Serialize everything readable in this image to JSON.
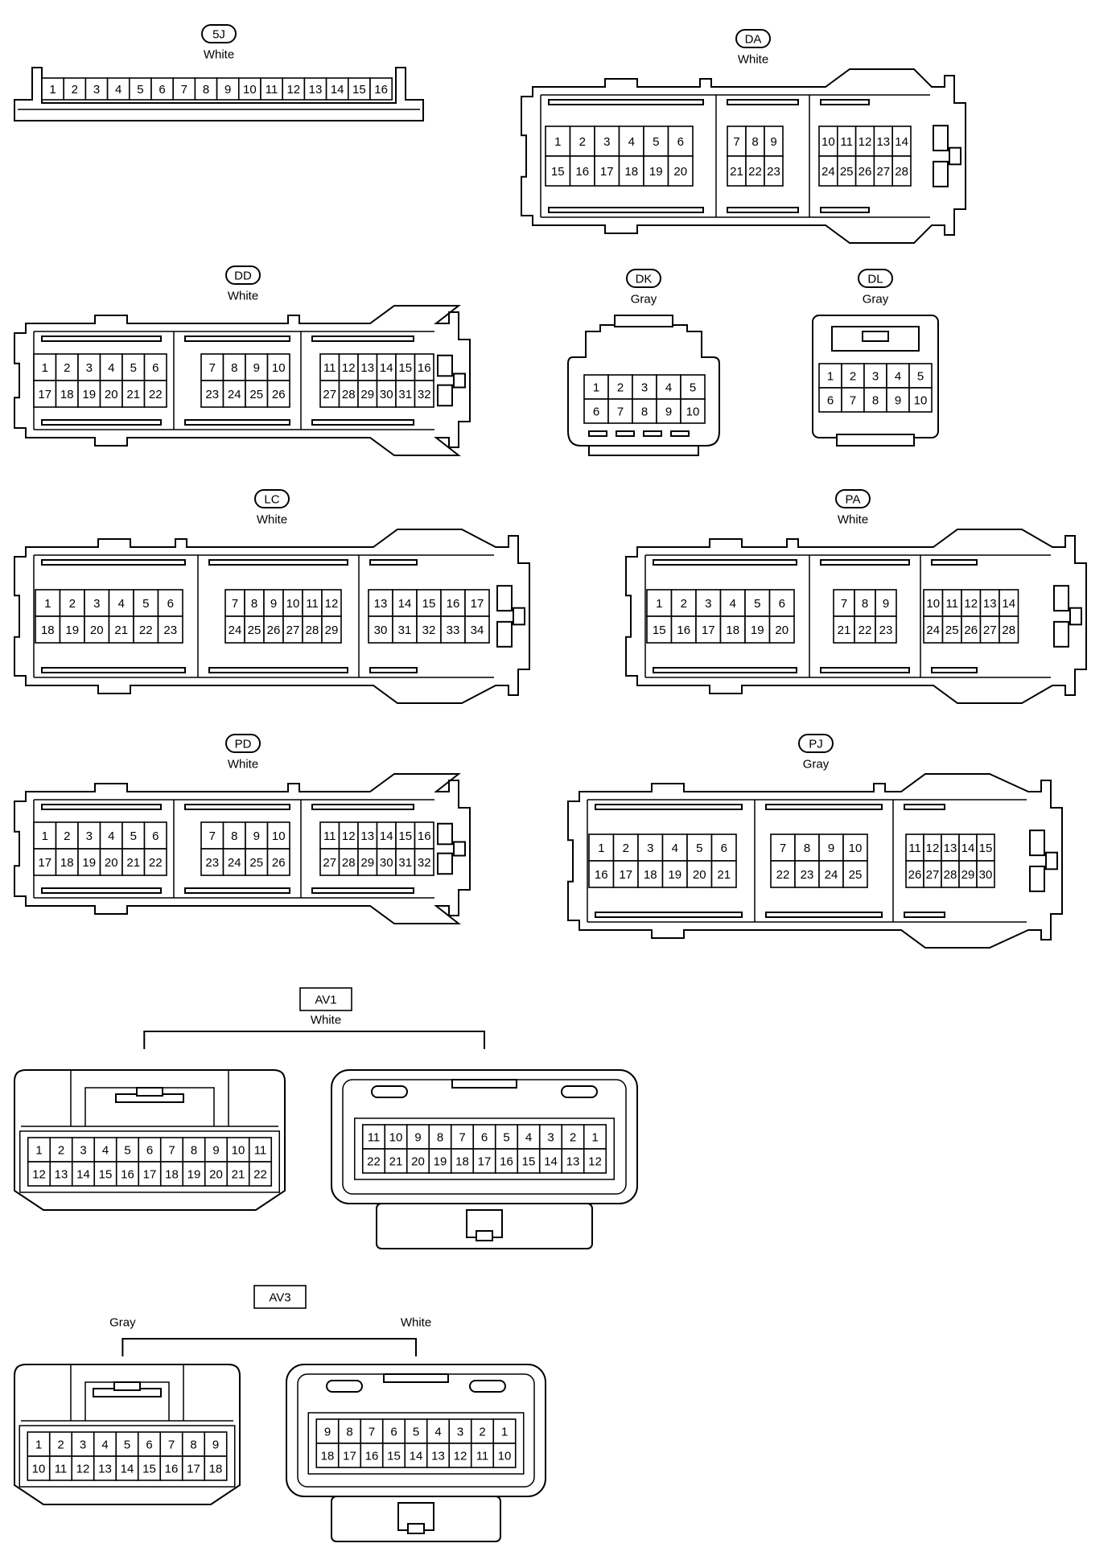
{
  "connectors": [
    {
      "id": "5J",
      "label": "5J",
      "color": "White",
      "pins": [
        "1",
        "2",
        "3",
        "4",
        "5",
        "6",
        "7",
        "8",
        "9",
        "10",
        "11",
        "12",
        "13",
        "14",
        "15",
        "16"
      ]
    },
    {
      "id": "DA",
      "label": "DA",
      "color": "White",
      "pins_left": [
        [
          "1",
          "2",
          "3",
          "4",
          "5",
          "6"
        ],
        [
          "15",
          "16",
          "17",
          "18",
          "19",
          "20"
        ]
      ],
      "pins_mid": [
        [
          "7",
          "8",
          "9"
        ],
        [
          "21",
          "22",
          "23"
        ]
      ],
      "pins_right": [
        [
          "10",
          "11",
          "12",
          "13",
          "14"
        ],
        [
          "24",
          "25",
          "26",
          "27",
          "28"
        ]
      ]
    },
    {
      "id": "DD",
      "label": "DD",
      "color": "White",
      "pins_left": [
        [
          "1",
          "2",
          "3",
          "4",
          "5",
          "6"
        ],
        [
          "17",
          "18",
          "19",
          "20",
          "21",
          "22"
        ]
      ],
      "pins_mid": [
        [
          "7",
          "8",
          "9",
          "10"
        ],
        [
          "23",
          "24",
          "25",
          "26"
        ]
      ],
      "pins_right": [
        [
          "11",
          "12",
          "13",
          "14",
          "15",
          "16"
        ],
        [
          "27",
          "28",
          "29",
          "30",
          "31",
          "32"
        ]
      ]
    },
    {
      "id": "DK",
      "label": "DK",
      "color": "Gray",
      "pins": [
        [
          "1",
          "2",
          "3",
          "4",
          "5"
        ],
        [
          "6",
          "7",
          "8",
          "9",
          "10"
        ]
      ]
    },
    {
      "id": "DL",
      "label": "DL",
      "color": "Gray",
      "pins": [
        [
          "1",
          "2",
          "3",
          "4",
          "5"
        ],
        [
          "6",
          "7",
          "8",
          "9",
          "10"
        ]
      ]
    },
    {
      "id": "LC",
      "label": "LC",
      "color": "White",
      "pins_left": [
        [
          "1",
          "2",
          "3",
          "4",
          "5",
          "6"
        ],
        [
          "18",
          "19",
          "20",
          "21",
          "22",
          "23"
        ]
      ],
      "pins_mid": [
        [
          "7",
          "8",
          "9",
          "10",
          "11",
          "12"
        ],
        [
          "24",
          "25",
          "26",
          "27",
          "28",
          "29"
        ]
      ],
      "pins_right": [
        [
          "13",
          "14",
          "15",
          "16",
          "17"
        ],
        [
          "30",
          "31",
          "32",
          "33",
          "34"
        ]
      ]
    },
    {
      "id": "PA",
      "label": "PA",
      "color": "White",
      "pins_left": [
        [
          "1",
          "2",
          "3",
          "4",
          "5",
          "6"
        ],
        [
          "15",
          "16",
          "17",
          "18",
          "19",
          "20"
        ]
      ],
      "pins_mid": [
        [
          "7",
          "8",
          "9"
        ],
        [
          "21",
          "22",
          "23"
        ]
      ],
      "pins_right": [
        [
          "10",
          "11",
          "12",
          "13",
          "14"
        ],
        [
          "24",
          "25",
          "26",
          "27",
          "28"
        ]
      ]
    },
    {
      "id": "PD",
      "label": "PD",
      "color": "White",
      "pins_left": [
        [
          "1",
          "2",
          "3",
          "4",
          "5",
          "6"
        ],
        [
          "17",
          "18",
          "19",
          "20",
          "21",
          "22"
        ]
      ],
      "pins_mid": [
        [
          "7",
          "8",
          "9",
          "10"
        ],
        [
          "23",
          "24",
          "25",
          "26"
        ]
      ],
      "pins_right": [
        [
          "11",
          "12",
          "13",
          "14",
          "15",
          "16"
        ],
        [
          "27",
          "28",
          "29",
          "30",
          "31",
          "32"
        ]
      ]
    },
    {
      "id": "PJ",
      "label": "PJ",
      "color": "Gray",
      "pins_left": [
        [
          "1",
          "2",
          "3",
          "4",
          "5",
          "6"
        ],
        [
          "16",
          "17",
          "18",
          "19",
          "20",
          "21"
        ]
      ],
      "pins_mid": [
        [
          "7",
          "8",
          "9",
          "10"
        ],
        [
          "22",
          "23",
          "24",
          "25"
        ]
      ],
      "pins_right": [
        [
          "11",
          "12",
          "13",
          "14",
          "15"
        ],
        [
          "26",
          "27",
          "28",
          "29",
          "30"
        ]
      ]
    },
    {
      "id": "AV1",
      "label": "AV1",
      "color": "White",
      "male": [
        [
          "1",
          "2",
          "3",
          "4",
          "5",
          "6",
          "7",
          "8",
          "9",
          "10",
          "11"
        ],
        [
          "12",
          "13",
          "14",
          "15",
          "16",
          "17",
          "18",
          "19",
          "20",
          "21",
          "22"
        ]
      ],
      "female": [
        [
          "11",
          "10",
          "9",
          "8",
          "7",
          "6",
          "5",
          "4",
          "3",
          "2",
          "1"
        ],
        [
          "22",
          "21",
          "20",
          "19",
          "18",
          "17",
          "16",
          "15",
          "14",
          "13",
          "12"
        ]
      ]
    },
    {
      "id": "AV3",
      "label": "AV3",
      "color_left": "Gray",
      "color_right": "White",
      "male": [
        [
          "1",
          "2",
          "3",
          "4",
          "5",
          "6",
          "7",
          "8",
          "9"
        ],
        [
          "10",
          "11",
          "12",
          "13",
          "14",
          "15",
          "16",
          "17",
          "18"
        ]
      ],
      "female": [
        [
          "9",
          "8",
          "7",
          "6",
          "5",
          "4",
          "3",
          "2",
          "1"
        ],
        [
          "18",
          "17",
          "16",
          "15",
          "14",
          "13",
          "12",
          "11",
          "10"
        ]
      ]
    }
  ]
}
